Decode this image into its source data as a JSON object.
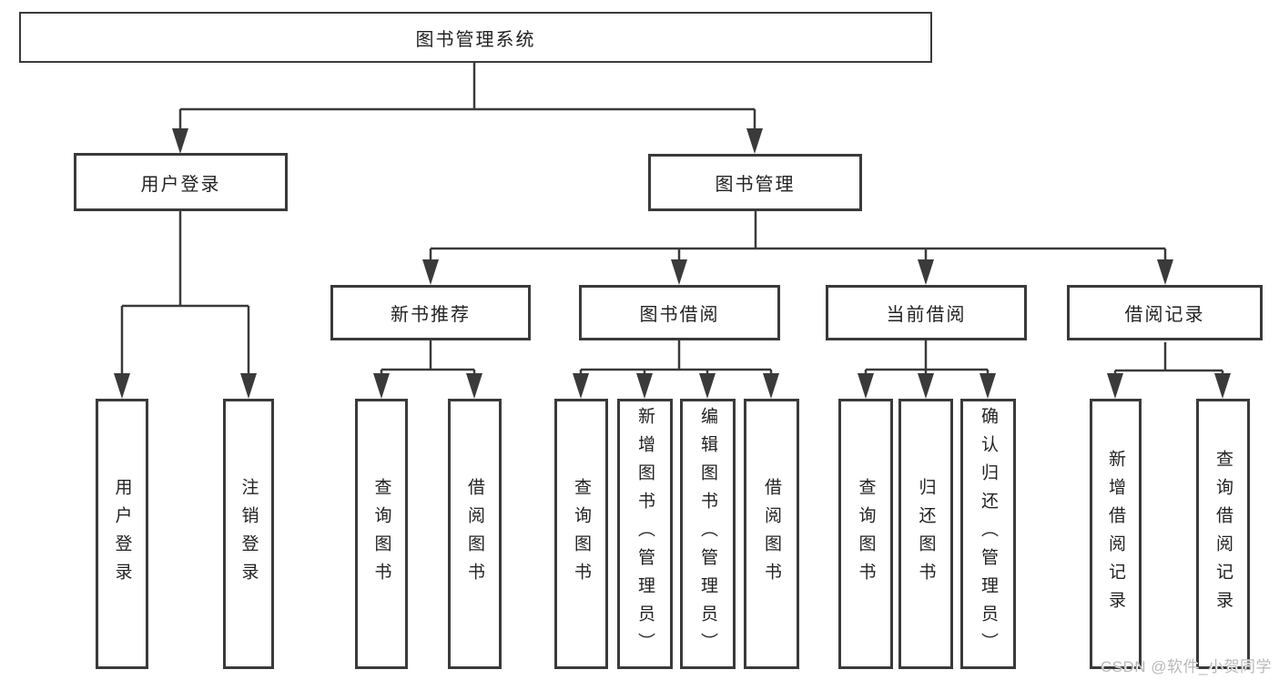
{
  "tree": {
    "root": "图书管理系统",
    "branches": [
      {
        "label": "用户登录",
        "children": [
          "用户登录",
          "注销登录"
        ]
      },
      {
        "label": "图书管理",
        "sections": [
          {
            "label": "新书推荐",
            "children": [
              "查询图书",
              "借阅图书"
            ]
          },
          {
            "label": "图书借阅",
            "children": [
              "查询图书",
              "新增图书（管理员）",
              "编辑图书（管理员）",
              "借阅图书"
            ]
          },
          {
            "label": "当前借阅",
            "children": [
              "查询图书",
              "归还图书",
              "确认归还（管理员）"
            ]
          },
          {
            "label": "借阅记录",
            "children": [
              "新增借阅记录",
              "查询借阅记录"
            ]
          }
        ]
      }
    ]
  },
  "watermark": "CSDN @软件_小贺同学",
  "colors": {
    "line": "#3a3a3a",
    "text": "#222222",
    "watermark": "#b9b9b9",
    "background": "#ffffff"
  }
}
